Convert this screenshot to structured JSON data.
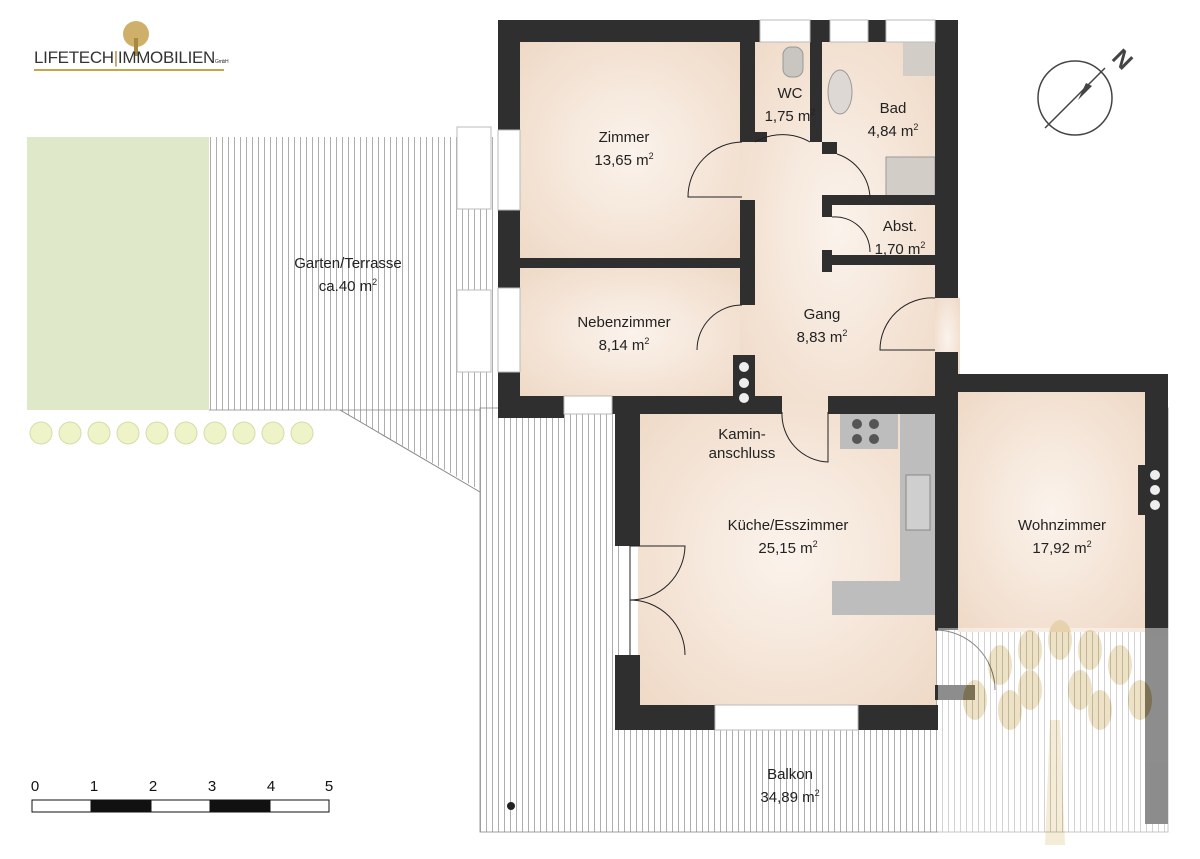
{
  "logo": {
    "text_left": "LIFETECH",
    "text_right": "IMMOBILIEN",
    "suffix": "GmbH"
  },
  "compass": {
    "label": "N"
  },
  "rooms": [
    {
      "name": "Zimmer",
      "area": "13,65 m",
      "sup": "2"
    },
    {
      "name": "WC",
      "area": "1,75 m",
      "sup": "2"
    },
    {
      "name": "Bad",
      "area": "4,84 m",
      "sup": "2"
    },
    {
      "name": "Abst.",
      "area": "1,70 m",
      "sup": "2"
    },
    {
      "name": "Garten/Terrasse",
      "area": "ca.40 m",
      "sup": "2"
    },
    {
      "name": "Nebenzimmer",
      "area": "8,14 m",
      "sup": "2"
    },
    {
      "name": "Gang",
      "area": "8,83 m",
      "sup": "2"
    },
    {
      "name": "Kamin-",
      "area": "anschluss",
      "sup": ""
    },
    {
      "name": "Küche/Esszimmer",
      "area": "25,15 m",
      "sup": "2"
    },
    {
      "name": "Wohnzimmer",
      "area": "17,92 m",
      "sup": "2"
    },
    {
      "name": "Balkon",
      "area": "34,89 m",
      "sup": "2"
    }
  ],
  "scale": {
    "ticks": [
      "0",
      "1",
      "2",
      "3",
      "4",
      "5"
    ]
  },
  "colors": {
    "wall": "#2f2f2f",
    "floor": "#f3e3d5",
    "garden": "#dfe8c8",
    "logo_gold": "#c9a54a"
  }
}
